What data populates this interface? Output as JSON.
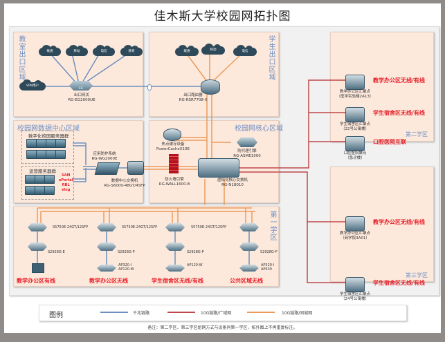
{
  "title": "佳木斯大学校园网拓扑图",
  "zones": {
    "teaching_exit": {
      "label": "教室出口区域"
    },
    "student_exit": {
      "label": "学生出口区域"
    },
    "datacenter": {
      "label": "校园网数据中心区域"
    },
    "core": {
      "label": "校园网核心区域"
    },
    "campus1": {
      "label": "第一学区"
    },
    "campus2": {
      "label": "第二学区"
    },
    "campus3": {
      "label": "第三学区"
    }
  },
  "teaching_exit": {
    "clouds": [
      "联通",
      "移动",
      "电信",
      "教育"
    ],
    "vpn": "VPN用户",
    "gateway": {
      "name": "出口网关",
      "model": "RG-EG2000UE",
      "badge": "EG"
    }
  },
  "student_exit": {
    "clouds": [
      "联通",
      "移动",
      "电信"
    ],
    "router": {
      "name": "出口路由器",
      "model": "RG-RSR7708-X"
    }
  },
  "datacenter": {
    "group1": {
      "title": "数字化校园服务器群"
    },
    "group2": {
      "title": "运营服务器群",
      "services": [
        "SAM",
        "ePortal",
        "RBL",
        "elog"
      ]
    },
    "firewall_app": {
      "name": "应用防护系统",
      "model": "RG-WG2000E"
    },
    "dc_switch": {
      "name": "数据中心交换机",
      "model": "RG-S6000-48GT/4SFP"
    }
  },
  "core": {
    "cache": {
      "name": "热点缓存设备",
      "model": "PowerCacheX10E"
    },
    "firewall": {
      "name": "防火墙引擎",
      "model": "RG-WALL1600-B"
    },
    "asme": {
      "name": "防代理引擎",
      "model": "RG-ASME1000"
    },
    "core_switch": {
      "name": "虚拟化核心交换机",
      "model": "RG-N18010"
    }
  },
  "campus1": {
    "columns": [
      {
        "agg": "S5750E-24GT/12SFP",
        "access": "S2928G-E",
        "endpoint": "",
        "label": "教学办公区有线",
        "endpoint_type": "pc"
      },
      {
        "agg": "S5750E-24GT/12SFP",
        "access": "S2928G-P",
        "endpoint": "AP320-I\nAP120-W",
        "label": "教学办公区无线",
        "endpoint_type": "ap"
      },
      {
        "agg": "S5750E-24GT/12SFP",
        "access": "S2928G-P",
        "endpoint": "AP120-W",
        "label": "学生宿舍区无线/有线",
        "endpoint_type": "ap"
      },
      {
        "agg": "",
        "access": "S2928G-P",
        "endpoint": "AP320-I\nAP630",
        "label": "公共区域无线",
        "endpoint_type": "ap"
      }
    ]
  },
  "campus2": {
    "nodes": [
      {
        "name": "教学办公区汇聚点",
        "sub": "（医学实验楼2A13）",
        "label": "教学办公区无线/有线"
      },
      {
        "name": "学生宿舍区汇聚点",
        "sub": "（22号公寓楼）",
        "label": "学生宿舍区无线/有线"
      },
      {
        "name": "口腔医院聚点",
        "sub": "（急诊楼）",
        "label": "口腔医院互联"
      }
    ]
  },
  "campus3": {
    "nodes": [
      {
        "name": "教学办公区汇聚点",
        "sub": "（商学院3A01）",
        "label": "教学办公区无线/有线"
      },
      {
        "name": "学生宿舍区汇聚点",
        "sub": "（24号公寓楼）",
        "label": "学生宿舍区无线/有线"
      }
    ]
  },
  "legend": {
    "title": "图例",
    "items": [
      {
        "label": "千兆链路",
        "color": "#6d8fbf"
      },
      {
        "label": "10G链路/广域网",
        "color": "#c0474b"
      },
      {
        "label": "10G链路/同城网",
        "color": "#eb9a59"
      }
    ]
  },
  "note": "备注：第二学区、第三学区组网方式与设备同第一学区，拓扑图上不再重复标注。",
  "colors": {
    "gigabit": "#6d8fbf",
    "wan10g": "#c0474b",
    "metro10g": "#eb9a59",
    "red_text": "#e8202a",
    "zone_label": "#6b8fc7"
  }
}
